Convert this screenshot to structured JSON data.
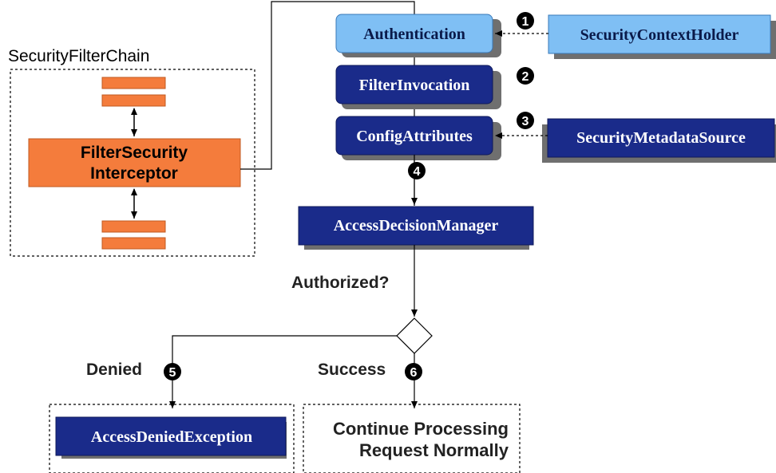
{
  "chain": {
    "title": "SecurityFilterChain",
    "interceptor_line1": "FilterSecurity",
    "interceptor_line2": "Interceptor"
  },
  "boxes": {
    "authentication": "Authentication",
    "filter_invocation": "FilterInvocation",
    "config_attributes": "ConfigAttributes",
    "security_context_holder": "SecurityContextHolder",
    "security_metadata_source": "SecurityMetadataSource",
    "access_decision_manager": "AccessDecisionManager",
    "access_denied_exception": "AccessDeniedException"
  },
  "labels": {
    "authorized": "Authorized?",
    "denied": "Denied",
    "success": "Success",
    "continue_line1": "Continue Processing",
    "continue_line2": "Request Normally"
  },
  "steps": [
    "1",
    "2",
    "3",
    "4",
    "5",
    "6"
  ],
  "colors": {
    "light_blue": "#7fbff4",
    "dark_blue": "#1a2b8a",
    "orange": "#f47c3c",
    "shadow": "#6f6f6f"
  }
}
